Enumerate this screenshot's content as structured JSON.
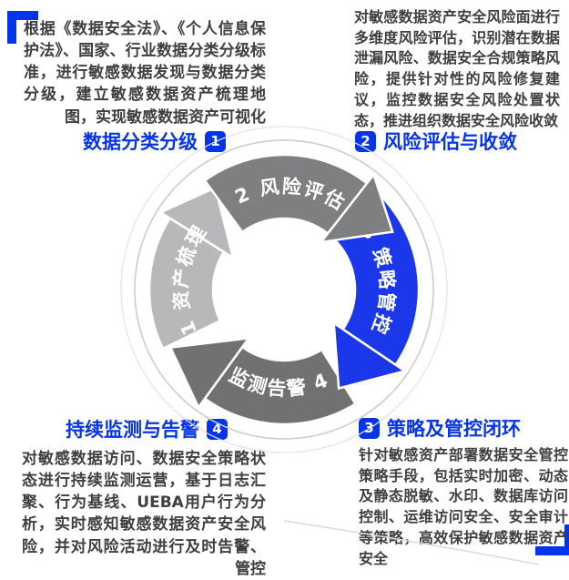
{
  "colors": {
    "accent_blue": "#0634e8",
    "arrow_blue": "#1a38ea",
    "arrow_gray_dark_top": "#7e7f81",
    "arrow_gray_dark_bottom": "#707173",
    "arrow_gray_light": "#b7b8ba",
    "body_text": "#3f3f41",
    "orbit_line": "#c9c9cb"
  },
  "sections": {
    "s1": {
      "num": "1",
      "title": "数据分类分级",
      "body": "根据《数据安全法》、《个人信息保护法》、国家、行业数据分类分级标准，进行敏感数据发现与数据分类分级，建立敏感数据资产梳理地图，实现敏感数据资产可视化"
    },
    "s2": {
      "num": "2",
      "title": "风险评估与收敛",
      "body": "对敏感数据资产安全风险面进行多维度风险评估，识别潜在数据泄漏风险、数据安全合规策略风险，提供针对性的风险修复建议，监控数据安全风险处置状态，推进组织数据安全风险收敛"
    },
    "s3": {
      "num": "3",
      "title": "策略及管控闭环",
      "body": "针对敏感资产部署数据安全管控策略手段，包括实时加密、动态及静态脱敏、水印、数据库访问控制、运维访问安全、安全审计等策略，高效保护敏感数据资产安全"
    },
    "s4": {
      "num": "4",
      "title": "持续监测与告警",
      "body": "对敏感数据访问、数据安全策略状态进行持续监测运营，基于日志汇聚、行为基线、UEBA用户行为分析，实时感知敏感数据资产安全风险，并对风险活动进行及时告警、管控"
    }
  },
  "diagram": {
    "arrows": [
      {
        "step": "1",
        "label": "1  资产梳理",
        "color": "#b7b8ba"
      },
      {
        "step": "2",
        "label": "2  风险评估",
        "color": "#7e7f81"
      },
      {
        "step": "3",
        "label": "3 策略管控",
        "color": "#1a38ea"
      },
      {
        "step": "4",
        "label": "监测告警 4",
        "color": "#707173"
      }
    ]
  }
}
